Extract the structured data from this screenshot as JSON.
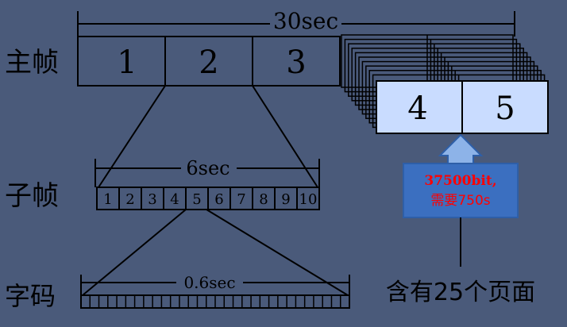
{
  "labels": {
    "main_frame": "主帧",
    "sub_frame": "子帧",
    "word": "字码",
    "pages_note": "含有25个页面"
  },
  "durations": {
    "main": "30sec",
    "sub": "6sec",
    "word": "0.6sec"
  },
  "main_frames": [
    "1",
    "2",
    "3"
  ],
  "page_frames": [
    "4",
    "5"
  ],
  "subframes": [
    "1",
    "2",
    "3",
    "4",
    "5",
    "6",
    "7",
    "8",
    "9",
    "10"
  ],
  "callout": {
    "line1": "37500bit,",
    "line2": "需要750s"
  },
  "word_cell_count": 30,
  "colors": {
    "background": "#4a5a7a",
    "line": "#000000",
    "page_fill": "#c9dcff",
    "callout_fill": "#3b6fc0",
    "callout_text": "#ff0000",
    "arrow_fill": "#8db3e8"
  }
}
